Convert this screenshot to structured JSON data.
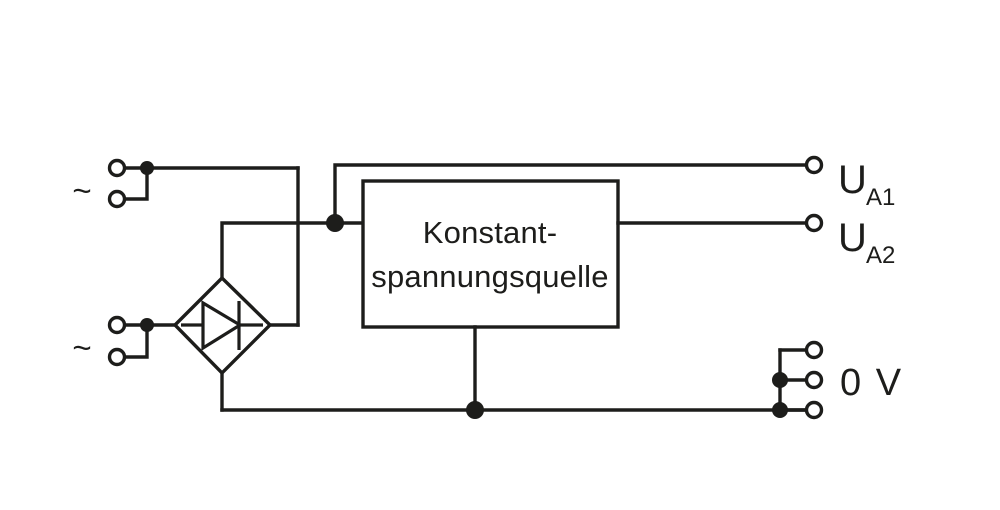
{
  "diagram": {
    "title": "Konstantspannungsquelle Schaltbild",
    "type": "electrical-schematic",
    "line_color": "#1d1d1b",
    "background_color": "#ffffff",
    "block": {
      "name": "constant-voltage-source",
      "label_line1": "Konstant-",
      "label_line2": "spannungsquelle"
    },
    "rectifier": {
      "name": "bridge-rectifier",
      "symbol": "diode"
    },
    "inputs": [
      {
        "id": "ac-input-top",
        "label": "~",
        "terminals": 2
      },
      {
        "id": "ac-input-bottom",
        "label": "~",
        "terminals": 2
      }
    ],
    "outputs": [
      {
        "id": "ua1",
        "base": "U",
        "sub": "A1"
      },
      {
        "id": "ua2",
        "base": "U",
        "sub": "A2"
      }
    ],
    "ground": {
      "id": "zero-volt",
      "label": "0 V",
      "terminals": 3
    }
  }
}
